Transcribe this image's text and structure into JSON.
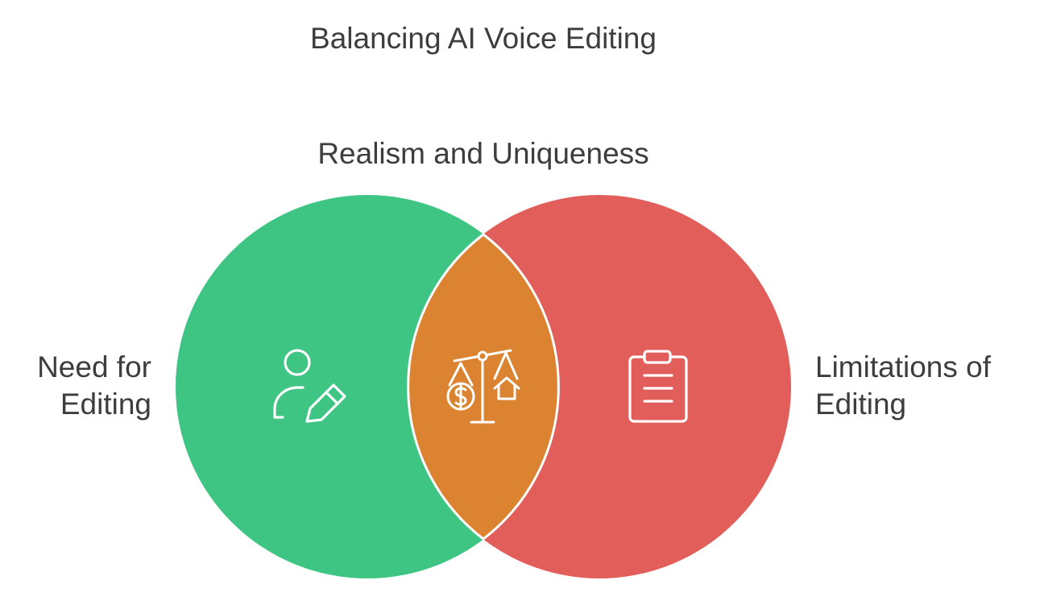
{
  "title": "Balancing AI Voice Editing",
  "sets": {
    "left": {
      "label_lines": [
        "Need for",
        "Editing"
      ],
      "color": "#3ec584",
      "icon": "person-edit-icon"
    },
    "right": {
      "label_lines": [
        "Limitations of",
        "Editing"
      ],
      "color": "#e15e5b",
      "icon": "clipboard-icon"
    },
    "intersection": {
      "label": "Realism and Uniqueness",
      "color": "#dc8331",
      "icon": "balance-scale-icon"
    }
  },
  "colors": {
    "text": "#3d3d3d",
    "outline": "#ffffff",
    "background": "#ffffff"
  }
}
